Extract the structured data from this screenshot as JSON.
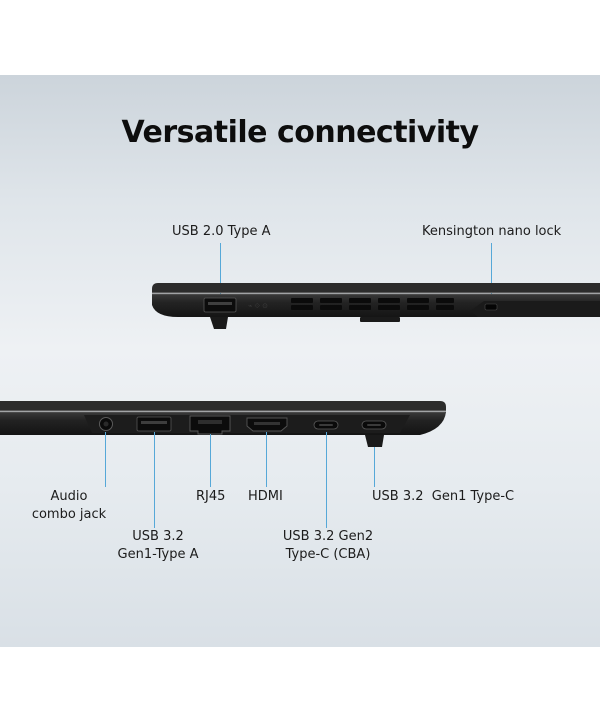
{
  "title": "Versatile connectivity",
  "colors": {
    "background_top": "#ccd4db",
    "background_mid": "#eef1f4",
    "laptop_body": "#1f1f1f",
    "leader_line": "#56a8d8",
    "text": "#1c1c1c"
  },
  "top_view": {
    "labels": {
      "usb_a": "USB 2.0 Type A",
      "kensington": "Kensington nano lock"
    }
  },
  "bottom_view": {
    "labels": {
      "audio_line1": "Audio",
      "audio_line2": "combo jack",
      "usb32_line1": "USB 3.2",
      "usb32_line2": "Gen1-Type A",
      "rj45": "RJ45",
      "hdmi": "HDMI",
      "cba_line1": "USB 3.2 Gen2",
      "cba_line2": "Type-C (CBA)",
      "typec": "USB 3.2  Gen1 Type-C"
    }
  }
}
